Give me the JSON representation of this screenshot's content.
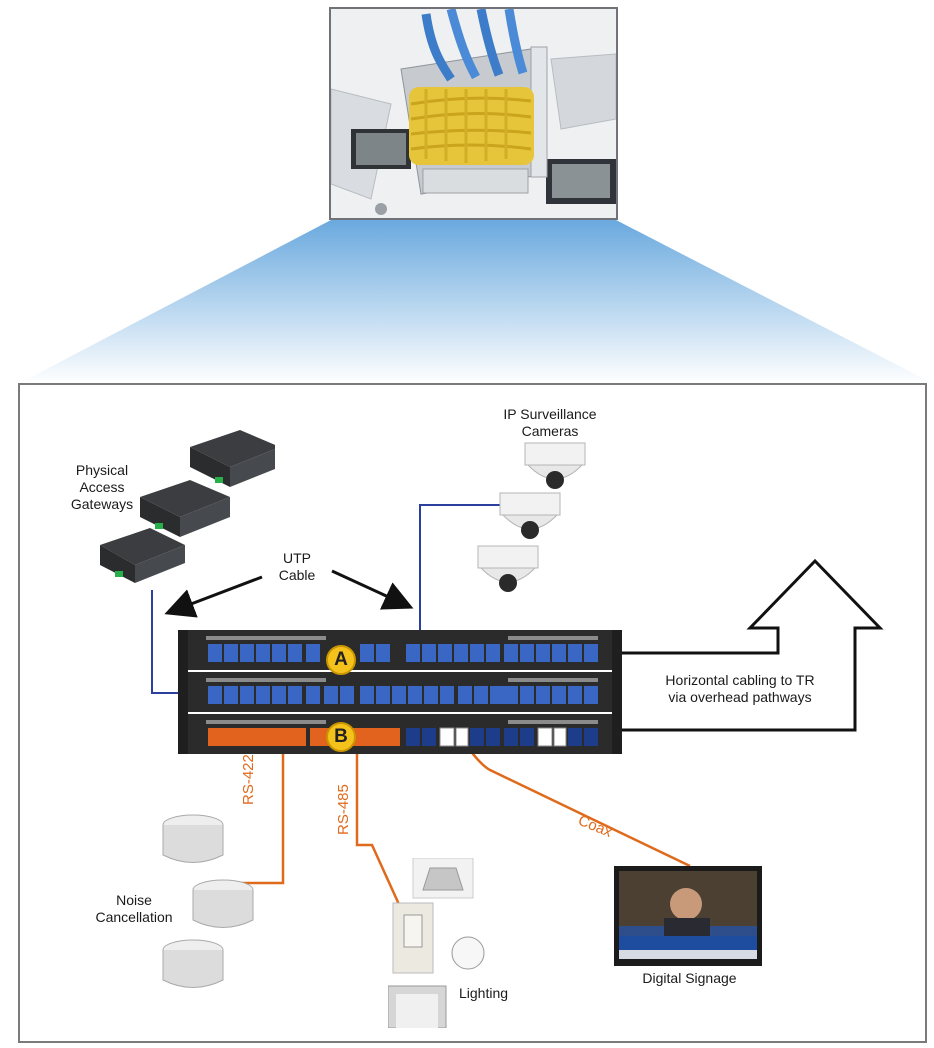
{
  "labels": {
    "access_gateways": [
      "Physical",
      "Access",
      "Gateways"
    ],
    "ip_cameras": [
      "IP Surveillance",
      "Cameras"
    ],
    "utp_cable": [
      "UTP",
      "Cable"
    ],
    "horizontal_cabling": [
      "Horizontal cabling to TR",
      "via overhead pathways"
    ],
    "noise_cancellation": [
      "Noise",
      "Cancellation"
    ],
    "lighting": "Lighting",
    "digital_signage": "Digital Signage"
  },
  "cable_labels": {
    "rs422": "RS-422",
    "rs485": "RS-485",
    "coax": "Coax"
  },
  "badges": {
    "a": "A",
    "b": "B"
  },
  "colors": {
    "utp_line": "#2a3f9e",
    "serial_line": "#e06a1b",
    "badge": "#f5c21b",
    "patch_panel": "#2b2b2b",
    "port_blue": "#3a67c4",
    "port_orange": "#e2631d",
    "sky_gradient_top": "#6aa9de"
  }
}
